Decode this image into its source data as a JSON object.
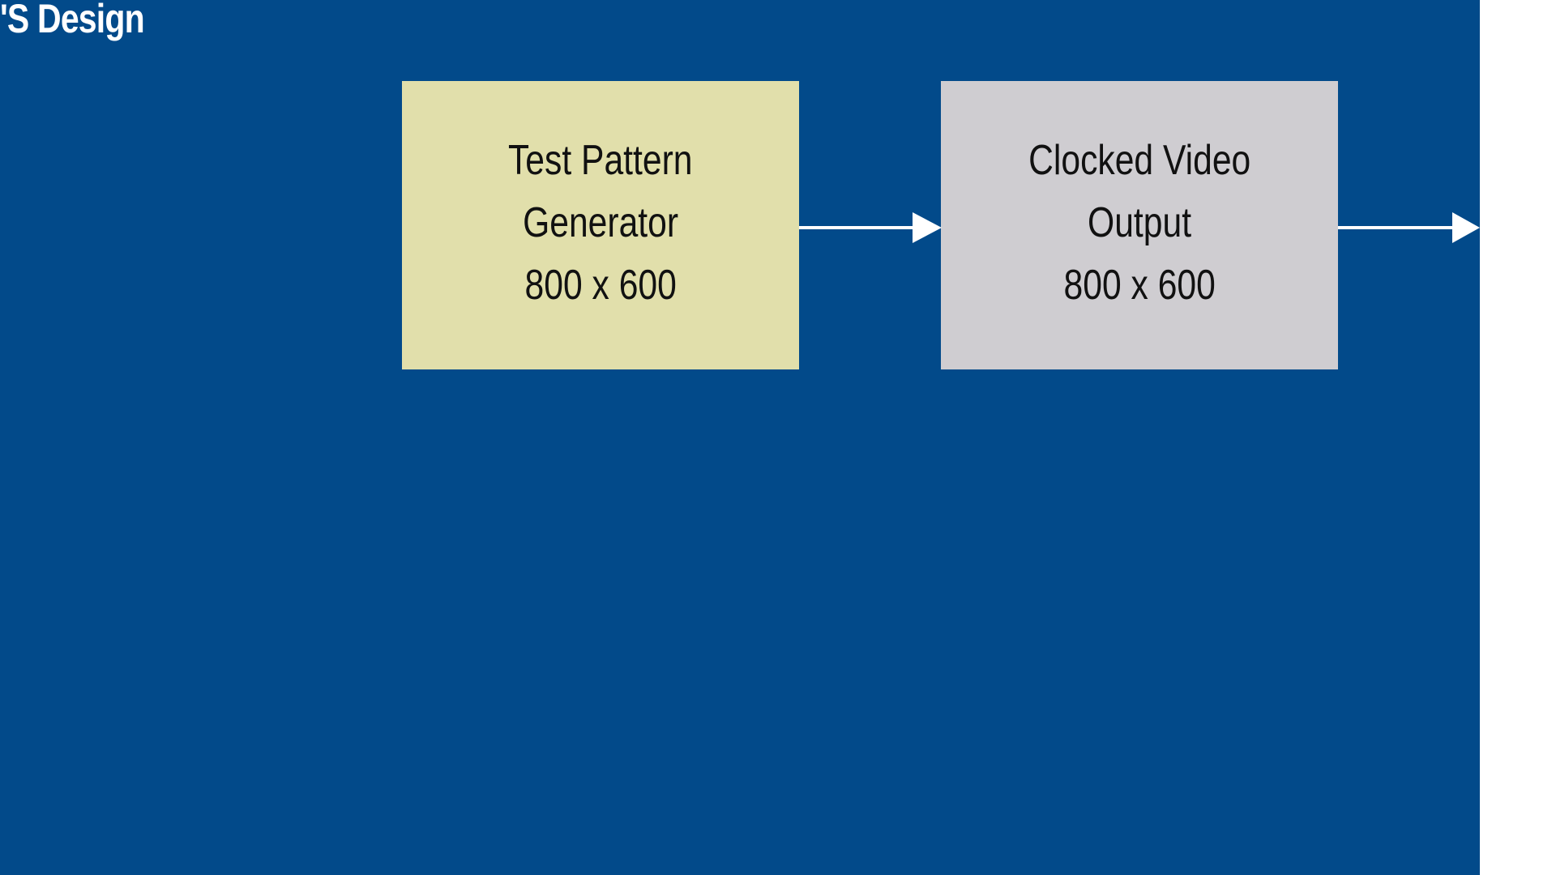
{
  "diagram": {
    "title": "'S Design",
    "colors": {
      "panel": "#024a8a",
      "test_pattern_block": "#e1dfab",
      "clocked_video_block": "#cfcdd1",
      "arrow": "#ffffff"
    },
    "blocks": [
      {
        "id": "test-pattern-generator",
        "lines": [
          "Test Pattern",
          "Generator",
          "800 x 600"
        ]
      },
      {
        "id": "clocked-video-output",
        "lines": [
          "Clocked Video",
          "Output",
          "800 x 600"
        ]
      }
    ],
    "connections": [
      {
        "from": "test-pattern-generator",
        "to": "clocked-video-output"
      },
      {
        "from": "clocked-video-output",
        "to": "offscreen-right"
      }
    ]
  }
}
